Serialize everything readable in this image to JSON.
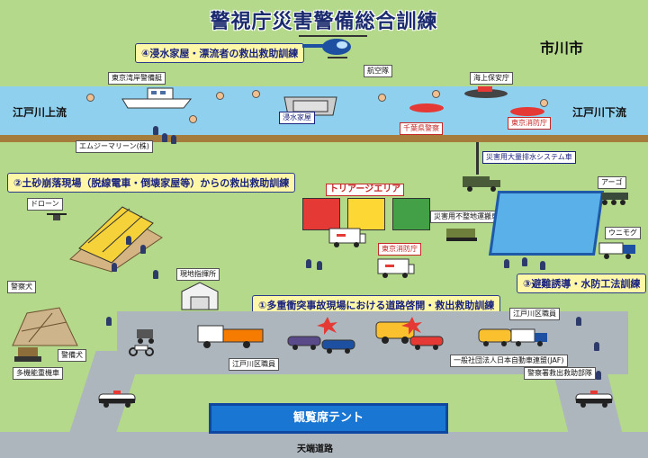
{
  "title": "警視庁災害警備総合訓練",
  "city": "市川市",
  "river": {
    "upstream": "江戸川上流",
    "downstream": "江戸川下流"
  },
  "banners": {
    "flood": "④浸水家屋・漂流者の救出救助訓練",
    "landslide": "②土砂崩落現場（脱線電車・倒壊家屋等）からの救出救助訓練",
    "collision": "①多重衝突事故現場における道路啓開・救出救助訓練",
    "evacuation": "③避難誘導・水防工法訓練"
  },
  "labels": {
    "tokyo_coast_guard": "東京湾岸警備艇",
    "air_unit": "航空隊",
    "coast_guard": "海上保安庁",
    "flooded_house": "浸水家屋",
    "chiba_police": "千葉県警察",
    "tokyo_fire": "東京消防庁",
    "mg_marine": "エムジーマリーン(株)",
    "drainage_truck": "災害用大量排水システム車",
    "drone": "ドローン",
    "triage": "トリアージエリア",
    "unlevel_truck": "災害用不整地運搬車",
    "tokyo_fire_2": "東京消防庁",
    "argo": "アーゴ",
    "unimog": "ウニモグ",
    "police_dog": "警察犬",
    "field_hq": "現地指揮所",
    "edogawa_staff_1": "江戸川区職員",
    "edogawa_staff_2": "江戸川区職員",
    "jaf": "一般社団法人日本自動車連盟(JAF)",
    "police_rescue": "警察署救出救助部隊",
    "police_dog_2": "警備犬",
    "heavy_machine": "多機能重機車",
    "tent": "観覧席テント",
    "road": "天端道路"
  },
  "colors": {
    "grass": "#b4d98a",
    "water": "#8fd0ee",
    "road": "#aeb6bd",
    "banner_bg": "#fff7a8",
    "banner_text": "#1a237e",
    "tent": "#1976d2",
    "triage_red": "#e53935",
    "triage_yellow": "#fdd835",
    "triage_green": "#43a047"
  }
}
